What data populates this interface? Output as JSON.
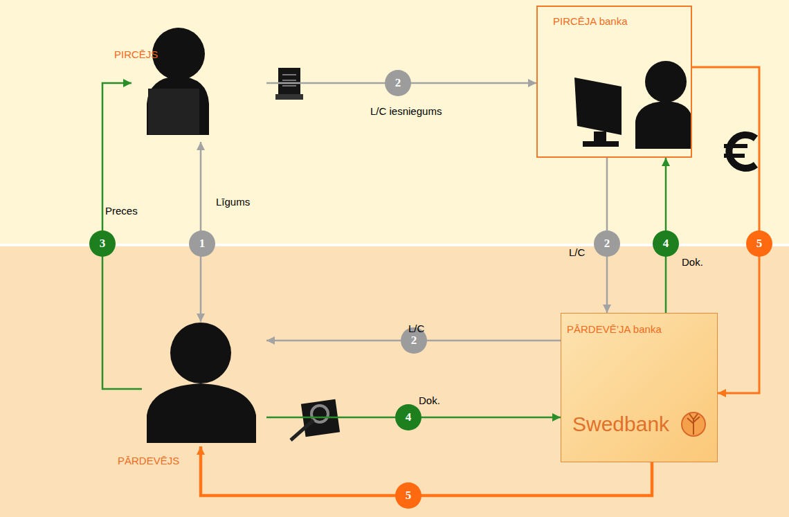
{
  "diagram": {
    "nodes": [
      {
        "text": [
          "PIRCĒJS"
        ]
      },
      {
        "text": [
          "PIRCĒJA banka"
        ]
      },
      {
        "text": [
          "PĀRDEVĒJS"
        ]
      },
      {
        "text": [
          "PĀRDEVĒ’JA banka",
          "Swedbank"
        ]
      }
    ],
    "edges": [
      {
        "from": 0,
        "to": 2,
        "arrow": "both",
        "label": "1"
      },
      {
        "from": 0,
        "to": 1,
        "arrow": "to",
        "label": "2"
      },
      {
        "from": 1,
        "to": 3,
        "arrow": "to",
        "label": "2"
      },
      {
        "from": 3,
        "to": 2,
        "arrow": "to",
        "label": "2"
      },
      {
        "from": 2,
        "to": 0,
        "arrow": "to",
        "label": "3"
      },
      {
        "from": 2,
        "to": 3,
        "arrow": "to",
        "label": "4"
      },
      {
        "from": 3,
        "to": 1,
        "arrow": "to",
        "label": "4"
      },
      {
        "from": 1,
        "to": 3,
        "arrow": "to",
        "label": "5"
      },
      {
        "from": 3,
        "to": 2,
        "arrow": "to",
        "label": "5"
      }
    ],
    "labels": [
      "Līgums",
      "L/C iesniegums",
      "Preces",
      "L/C",
      "Dok.",
      "L/C",
      "Dok."
    ]
  }
}
